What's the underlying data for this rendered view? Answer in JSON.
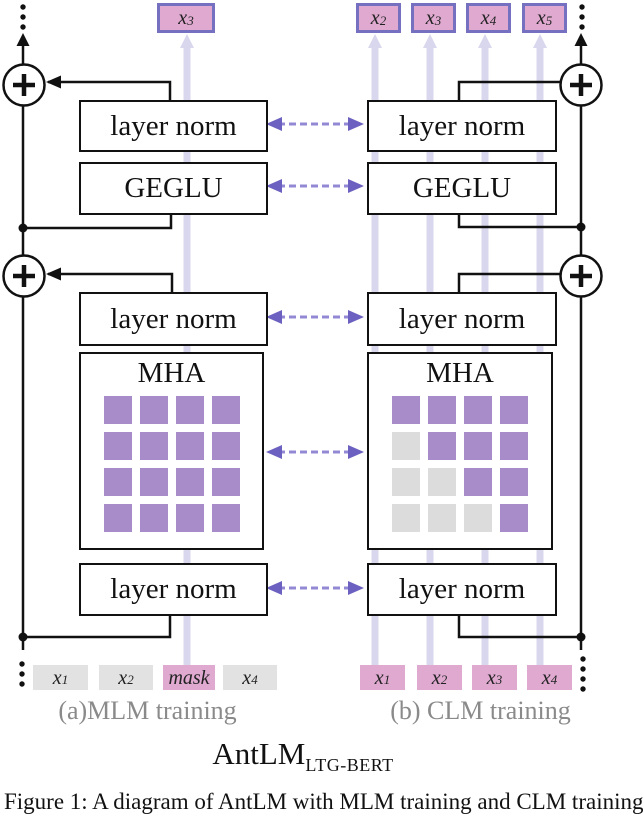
{
  "figure": {
    "title_main": "AntLM",
    "title_sub": "LTG-BERT",
    "caption_a": "(a)MLM training",
    "caption_b": "(b) CLM training",
    "clipped_caption": "Figure 1: A diagram of AntLM with MLM training and CLM training"
  },
  "blocks": {
    "layer_norm": "layer norm",
    "geglu": "GEGLU",
    "mha": "MHA"
  },
  "left": {
    "output_tokens": [
      {
        "var": "x",
        "sub": "3"
      }
    ],
    "input_tokens": [
      {
        "var": "x",
        "sub": "1"
      },
      {
        "var": "x",
        "sub": "2"
      },
      {
        "var": "mask",
        "sub": ""
      },
      {
        "var": "x",
        "sub": "4"
      }
    ]
  },
  "right": {
    "output_tokens": [
      {
        "var": "x",
        "sub": "2"
      },
      {
        "var": "x",
        "sub": "3"
      },
      {
        "var": "x",
        "sub": "4"
      },
      {
        "var": "x",
        "sub": "5"
      }
    ],
    "input_tokens": [
      {
        "var": "x",
        "sub": "1"
      },
      {
        "var": "x",
        "sub": "2"
      },
      {
        "var": "x",
        "sub": "3"
      },
      {
        "var": "x",
        "sub": "4"
      }
    ]
  },
  "attention": {
    "left_matrix": [
      [
        1,
        1,
        1,
        1
      ],
      [
        1,
        1,
        1,
        1
      ],
      [
        1,
        1,
        1,
        1
      ],
      [
        1,
        1,
        1,
        1
      ]
    ],
    "right_matrix": [
      [
        1,
        1,
        1,
        1
      ],
      [
        0,
        1,
        1,
        1
      ],
      [
        0,
        0,
        1,
        1
      ],
      [
        0,
        0,
        0,
        1
      ]
    ]
  },
  "colors": {
    "active_cell": "#a88cc9",
    "inactive_cell": "#dcdcdc",
    "token_pink": "#dfa9d0",
    "token_gray": "#e2e2e2",
    "token_border": "#7670c1",
    "flow_line": "#d9d7ee",
    "dashed_arrow": "#9288d4",
    "arrow_head": "#6c61c0",
    "line_black": "#111111",
    "caption_gray": "#8a8a8a"
  }
}
